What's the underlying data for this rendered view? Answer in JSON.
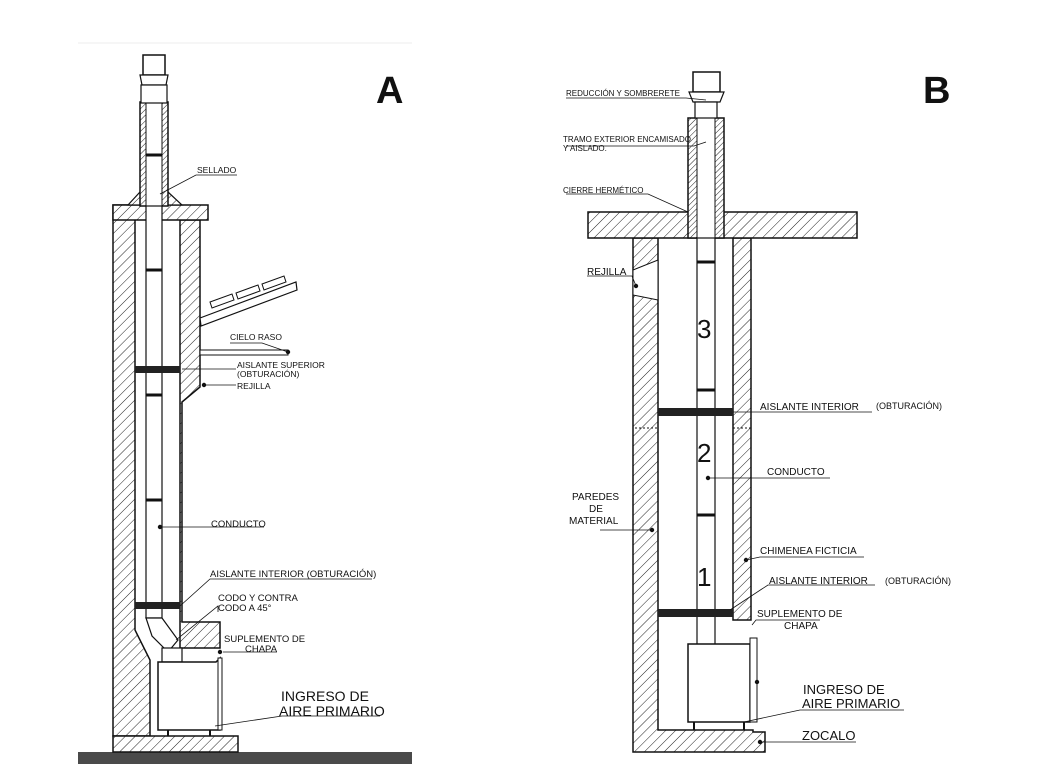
{
  "panels": {
    "a": {
      "letter": "A",
      "labels": {
        "sellado": "SELLADO",
        "cielo_raso": "CIELO RASO",
        "aislante_superior_1": "AISLANTE SUPERIOR",
        "aislante_superior_2": "(OBTURACIÓN)",
        "rejilla": "REJILLA",
        "conducto": "CONDUCTO",
        "aislante_interior": "AISLANTE INTERIOR (OBTURACIÓN)",
        "codo_1": "CODO Y CONTRA",
        "codo_2": "CODO A 45°",
        "suplemento_1": "SUPLEMENTO DE",
        "suplemento_2": "CHAPA",
        "ingreso_1": "INGRESO DE",
        "ingreso_2": "AIRE PRIMARIO"
      }
    },
    "b": {
      "letter": "B",
      "labels": {
        "reduccion": "REDUCCIÓN Y SOMBRERETE",
        "tramo_1": "TRAMO EXTERIOR ENCAMISADO",
        "tramo_2": "Y AISLADO.",
        "cierre": "CIERRE HERMÉTICO",
        "rejilla": "REJILLA",
        "aislante_interior_top": "AISLANTE INTERIOR",
        "obturacion_top": "(OBTURACIÓN)",
        "conducto": "CONDUCTO",
        "paredes_1": "PAREDES",
        "paredes_2": "DE",
        "paredes_3": "MATERIAL",
        "chimenea": "CHIMENEA FICTICIA",
        "aislante_interior_bottom": "AISLANTE INTERIOR",
        "obturacion_bottom": "(OBTURACIÓN)",
        "suplemento_1": "SUPLEMENTO DE",
        "suplemento_2": "CHAPA",
        "ingreso_1": "INGRESO DE",
        "ingreso_2": "AIRE PRIMARIO",
        "zocalo": "ZOCALO"
      },
      "section_numbers": [
        "3",
        "2",
        "1"
      ]
    }
  }
}
